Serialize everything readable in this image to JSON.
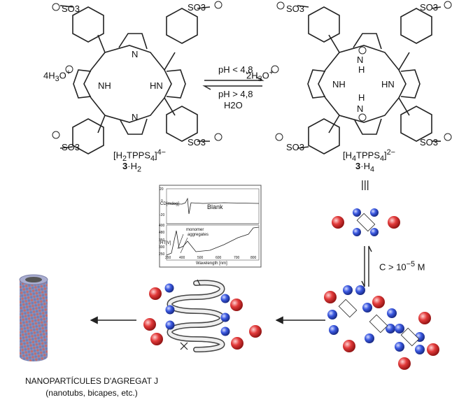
{
  "colors": {
    "anion": "#d92b2b",
    "cation": "#2f4fd8",
    "bond": "#222222",
    "nanotube_red": "#c46b6b",
    "nanotube_blue": "#6f7fb5"
  },
  "left_molecule": {
    "substituent": "SO3",
    "minus_sign": "−",
    "nh_top": "NH",
    "nh_bottom": "HN",
    "n_label": "N",
    "name_line1_prefix": "[H",
    "name_line1_sub1": "2",
    "name_line1_mid": "TPPS",
    "name_line1_sub2": "4",
    "name_line1_suffix": "]",
    "name_line1_charge": "4−",
    "name_line2_bold": "3",
    "name_line2_rest": "·H",
    "name_line2_sub": "2"
  },
  "right_molecule": {
    "substituent": "SO3",
    "nh_label": "NH",
    "hn_label": "HN",
    "nplus_label": "N",
    "h_label": "H",
    "plus_sign": "+",
    "name_line1_prefix": "[H",
    "name_line1_sub1": "4",
    "name_line1_mid": "TPPS",
    "name_line1_sub2": "4",
    "name_line1_suffix": "]",
    "name_line1_charge": "2−",
    "name_line2_bold": "3",
    "name_line2_rest": "·H",
    "name_line2_sub": "4"
  },
  "left_counterion": {
    "coefficient": "4H",
    "sub": "3",
    "tail": "O",
    "charge": "+"
  },
  "right_counterion": {
    "coefficient": "2H",
    "sub": "3",
    "tail": "O",
    "charge": "+"
  },
  "equilibrium": {
    "forward": "pH < 4,8",
    "backward": "pH > 4,8",
    "reagent": "H2O"
  },
  "equivalence_sign": "|||",
  "concentration_label": "C > 10",
  "concentration_exponent": "−5",
  "concentration_unit": " M",
  "inset_plot": {
    "top_ylabel": "CD[mdeg]",
    "top_ticks": [
      "20",
      "0",
      "-20"
    ],
    "top_text": "Blank",
    "bottom_ylabel": "HT[V]",
    "bottom_ticks": [
      "400",
      "480",
      "350",
      "300",
      "250"
    ],
    "annotation1": "monomer",
    "annotation2": "aggregates",
    "x_ticks": [
      "350",
      "400",
      "500",
      "600",
      "700",
      "800"
    ],
    "xlabel": "Wavelength [nm]"
  },
  "ion_signs": {
    "minus": "−",
    "plus": "+"
  },
  "caption": {
    "line1": "NANOPARTÍCULES D'AGREGAT J",
    "line2": "(nanotubs, bicapes, etc.)"
  }
}
